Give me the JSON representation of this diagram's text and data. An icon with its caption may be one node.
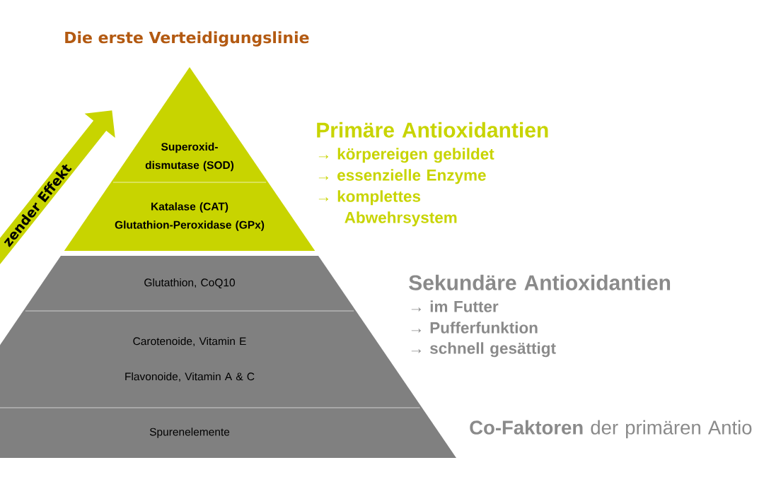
{
  "diagram": {
    "title": "Die erste Verteidigungslinie",
    "nodes": [
      {
        "text": [
          "Superoxid- dismutase (SOD)"
        ]
      },
      {
        "text": [
          "Katalase (CAT) Glutathion-Peroxidase (GPx)"
        ]
      },
      {
        "text": [
          "Glutathion, CoQ10"
        ]
      },
      {
        "text": [
          "Carotenoide, Vitamin E",
          "Flavonoide, Vitamin A & C"
        ]
      },
      {
        "text": [
          "Spurenelemente"
        ]
      },
      {
        "text": [
          "zender Effekt"
        ]
      }
    ],
    "labels": [
      "Primäre Antioxidantien",
      "→ körpereigen gebildet",
      "→ essenzielle Enzyme",
      "→ komplettes Abwehrsystem",
      "Sekundäre Antioxidantien",
      "→ im Futter",
      "→ Pufferfunktion",
      "→ schnell gesättigt",
      "**Co-Faktoren** der primären Antio"
    ]
  }
}
